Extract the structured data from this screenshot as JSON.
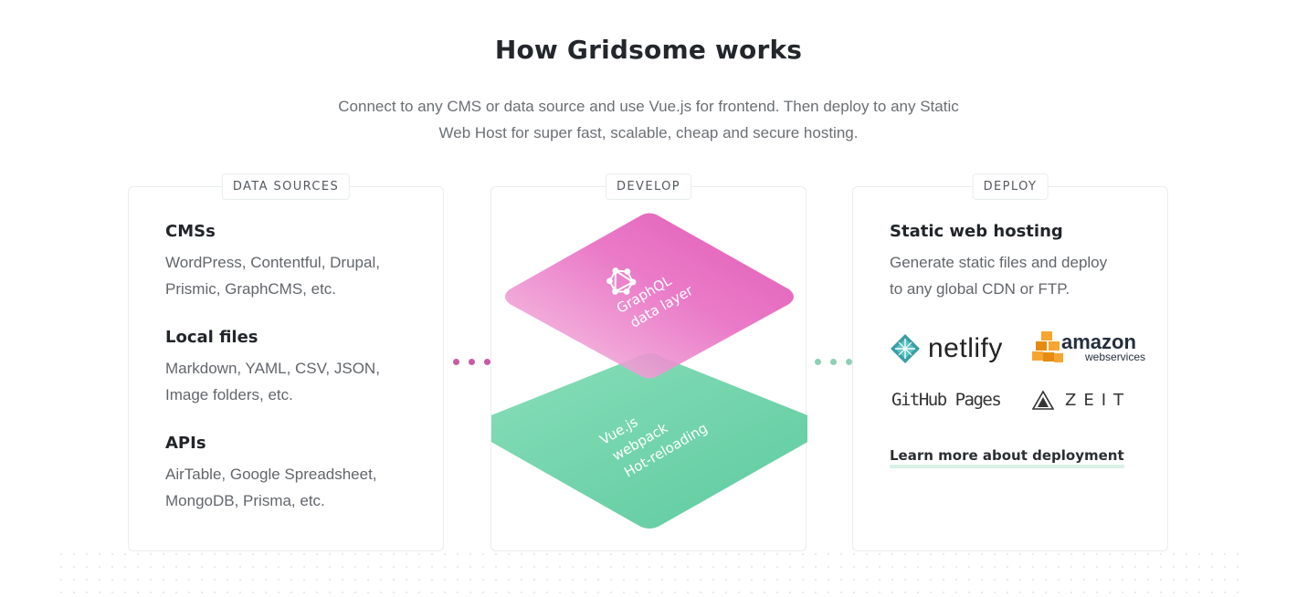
{
  "header": {
    "title": "How Gridsome works",
    "subtitle_line1": "Connect to any CMS or data source and use Vue.js for frontend. Then deploy to any Static",
    "subtitle_line2": "Web Host for super fast, scalable, cheap and secure hosting."
  },
  "data_sources": {
    "tag": "DATA SOURCES",
    "blocks": [
      {
        "title": "CMSs",
        "line1": "WordPress, Contentful, Drupal,",
        "line2": "Prismic, GraphCMS, etc."
      },
      {
        "title": "Local files",
        "line1": "Markdown, YAML, CSV, JSON,",
        "line2": "Image folders, etc."
      },
      {
        "title": "APIs",
        "line1": "AirTable, Google Spreadsheet,",
        "line2": "MongoDB, Prisma, etc."
      }
    ]
  },
  "develop": {
    "tag": "DEVELOP",
    "graphql_line1": "GraphQL",
    "graphql_line2": "data layer",
    "vue_line1": "Vue.js",
    "vue_line2": "webpack",
    "vue_line3": "Hot-reloading",
    "icons": {
      "graphql": "graphql-icon"
    },
    "colors": {
      "graphql_layer": "#e04fb3",
      "vue_layer": "#5ccc9f"
    }
  },
  "deploy": {
    "tag": "DEPLOY",
    "title": "Static web hosting",
    "line1": "Generate static files and deploy",
    "line2": "to any global CDN or FTP.",
    "logos": {
      "netlify": "netlify",
      "amazon_word": "amazon",
      "amazon_sub": "webservices",
      "github": "GitHub Pages",
      "zeit": "ZEIT"
    },
    "learn_more": "Learn more about deployment"
  }
}
